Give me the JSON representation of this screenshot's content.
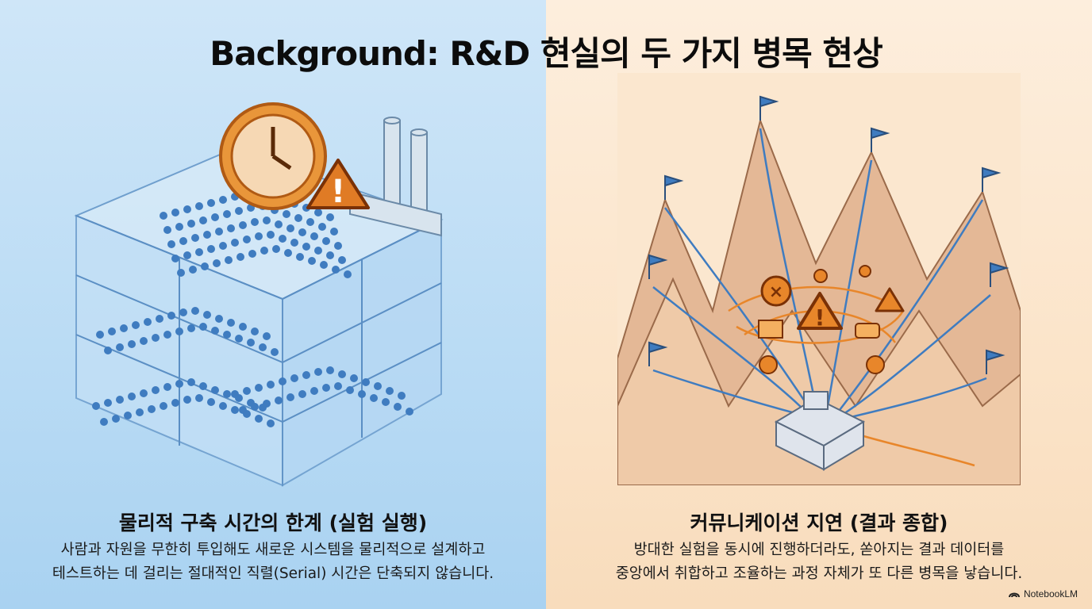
{
  "title": "Background: R&D 현실의 두 가지 병목 현상",
  "left": {
    "heading": "물리적 구축 시간의 한계 (실험 실행)",
    "line1": "사람과 자원을 무한히 투입해도 새로운 시스템을 물리적으로 설계하고",
    "line2": "테스트하는 데 걸리는 절대적인 직렬(Serial) 시간은 단축되지 않습니다.",
    "illustration": "building-crowd-clock-warning",
    "accent": "#3b7fc4"
  },
  "right": {
    "heading": "커뮤니케이션 지연 (결과 종합)",
    "line1": "방대한 실험을 동시에 진행하더라도, 쏟아지는 결과 데이터를",
    "line2": "중앙에서 취합하고 조율하는 과정 자체가 또 다른 병목을 낳습니다.",
    "illustration": "mountains-flags-converging-arrows",
    "accent": "#e8862a"
  },
  "brand": "NotebookLM"
}
